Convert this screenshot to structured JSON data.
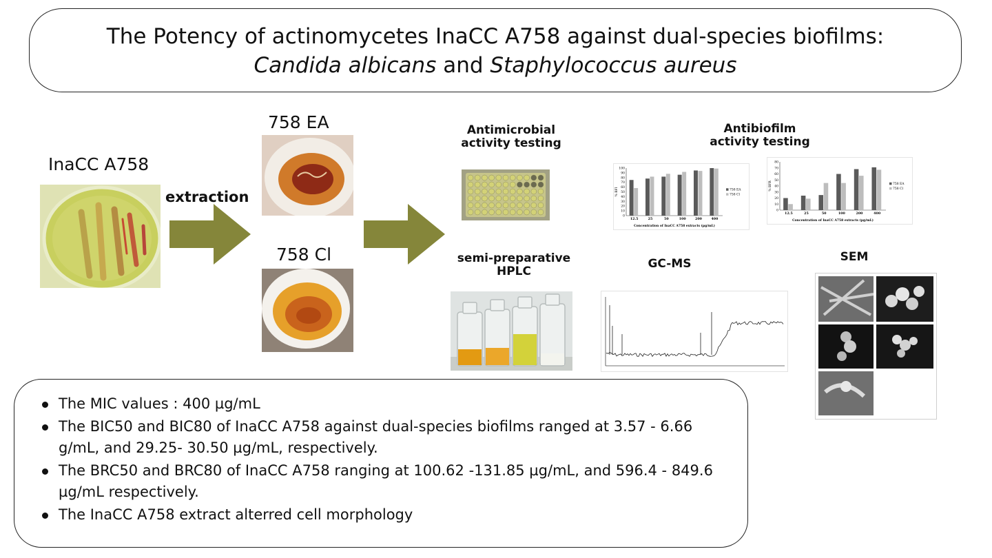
{
  "title": {
    "line1": "The Potency of actinomycetes InaCC A758 against dual-species biofilms:",
    "line2_part1": "Candida albicans",
    "line2_mid": " and ",
    "line2_part2": "Staphylococcus aureus"
  },
  "labels": {
    "strain": "InaCC A758",
    "extraction": "extraction",
    "extract_ea": "758 EA",
    "extract_cl": "758 Cl",
    "antimicrobial": "Antimicrobial activity testing",
    "antibiofilm": "Antibiofilm activity testing",
    "hplc": "semi-preparative HPLC",
    "gcms": "GC-MS",
    "sem": "SEM"
  },
  "colors": {
    "arrow": "#85863a",
    "series_ea": "#5a5a5a",
    "series_cl": "#bdbdbd",
    "culture_bg": "#cdd36a",
    "ea_extract": "#b5531c",
    "cl_extract": "#e29a1e"
  },
  "chart_data": [
    {
      "type": "bar",
      "categories": [
        "12.5",
        "25",
        "50",
        "100",
        "200",
        "400"
      ],
      "series": [
        {
          "name": "758 EA",
          "values": [
            75,
            78,
            82,
            86,
            95,
            100
          ]
        },
        {
          "name": "758 Cl",
          "values": [
            58,
            82,
            88,
            92,
            94,
            99
          ]
        }
      ],
      "xlabel": "Concentration of InaCC A758 extracts (µg/mL)",
      "ylabel": "% BFI",
      "yticks": [
        "0",
        "10",
        "20",
        "30",
        "40",
        "50",
        "60",
        "70",
        "80",
        "90",
        "100"
      ],
      "ylim": [
        0,
        100
      ],
      "legend": "right"
    },
    {
      "type": "bar",
      "categories": [
        "12.5",
        "25",
        "50",
        "100",
        "200",
        "400"
      ],
      "series": [
        {
          "name": "758 EA",
          "values": [
            20,
            24,
            25,
            60,
            68,
            71
          ]
        },
        {
          "name": "758 Cl",
          "values": [
            10,
            19,
            45,
            45,
            57,
            67
          ]
        }
      ],
      "xlabel": "Concentration of InaCC A758 extracts (µg/mL)",
      "ylabel": "% BFR",
      "yticks": [
        "0",
        "10",
        "20",
        "30",
        "40",
        "50",
        "60",
        "70",
        "80"
      ],
      "ylim": [
        0,
        80
      ],
      "legend": "right"
    }
  ],
  "summary": {
    "items": [
      "The MIC values : 400 µg/mL",
      "The BIC50 and BIC80 of InaCC A758 against dual-species biofilms ranged at 3.57 - 6.66   g/mL, and 29.25- 30.50 µg/mL, respectively.",
      "The BRC50 and BRC80 of InaCC A758 ranging at 100.62 -131.85 µg/mL,  and  596.4 - 849.6 µg/mL respectively.",
      "The InaCC A758 extract alterred cell morphology"
    ]
  }
}
